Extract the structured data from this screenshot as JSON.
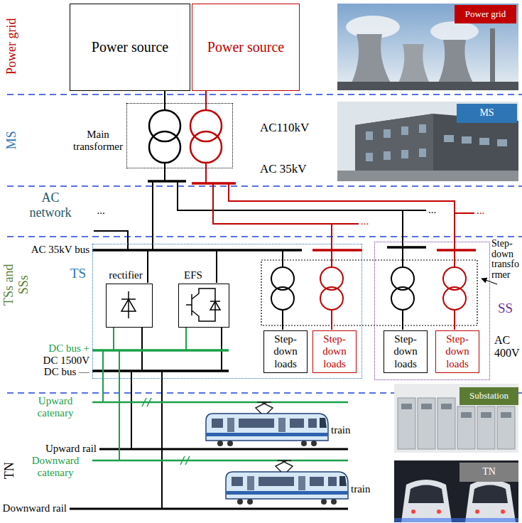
{
  "diagram": {
    "nodes": [
      {
        "text": [
          "Power source"
        ]
      },
      {
        "text": [
          "Power source"
        ]
      },
      {
        "text": [
          "Power grid"
        ]
      },
      {
        "text": [
          "Main transformer"
        ]
      },
      {
        "text": [
          "MS"
        ]
      },
      {
        "text": [
          "TS"
        ]
      },
      {
        "text": [
          "rectifier"
        ],
        "in": 5
      },
      {
        "text": [
          "EFS"
        ],
        "in": 5
      },
      {
        "text": [
          "Step-down loads"
        ],
        "in": 5
      },
      {
        "text": [
          "Step-down loads"
        ],
        "in": 5
      },
      {
        "text": [
          "SS"
        ]
      },
      {
        "text": [
          "Step-down loads"
        ],
        "in": 10
      },
      {
        "text": [
          "Step-down loads"
        ],
        "in": 10
      },
      {
        "text": [
          "Substation"
        ]
      },
      {
        "text": [
          "TN"
        ]
      }
    ],
    "edges": [
      {
        "from": 0,
        "to": 3,
        "arrow": "none"
      },
      {
        "from": 1,
        "to": 3,
        "arrow": "none"
      }
    ],
    "labels": [
      "Power grid",
      "AC110kV",
      "MS",
      "AC 35kV",
      "AC network",
      "...",
      "...",
      "...",
      "...",
      "AC 35kV bus",
      "TSs and SSs",
      "Step-down transformer",
      "AC 400V",
      "DC bus +",
      "DC 1500V",
      "DC bus —",
      "Upward catenary",
      "train",
      "Upward rail",
      "TN",
      "Downward catenary",
      "train",
      "Downward rail"
    ]
  }
}
